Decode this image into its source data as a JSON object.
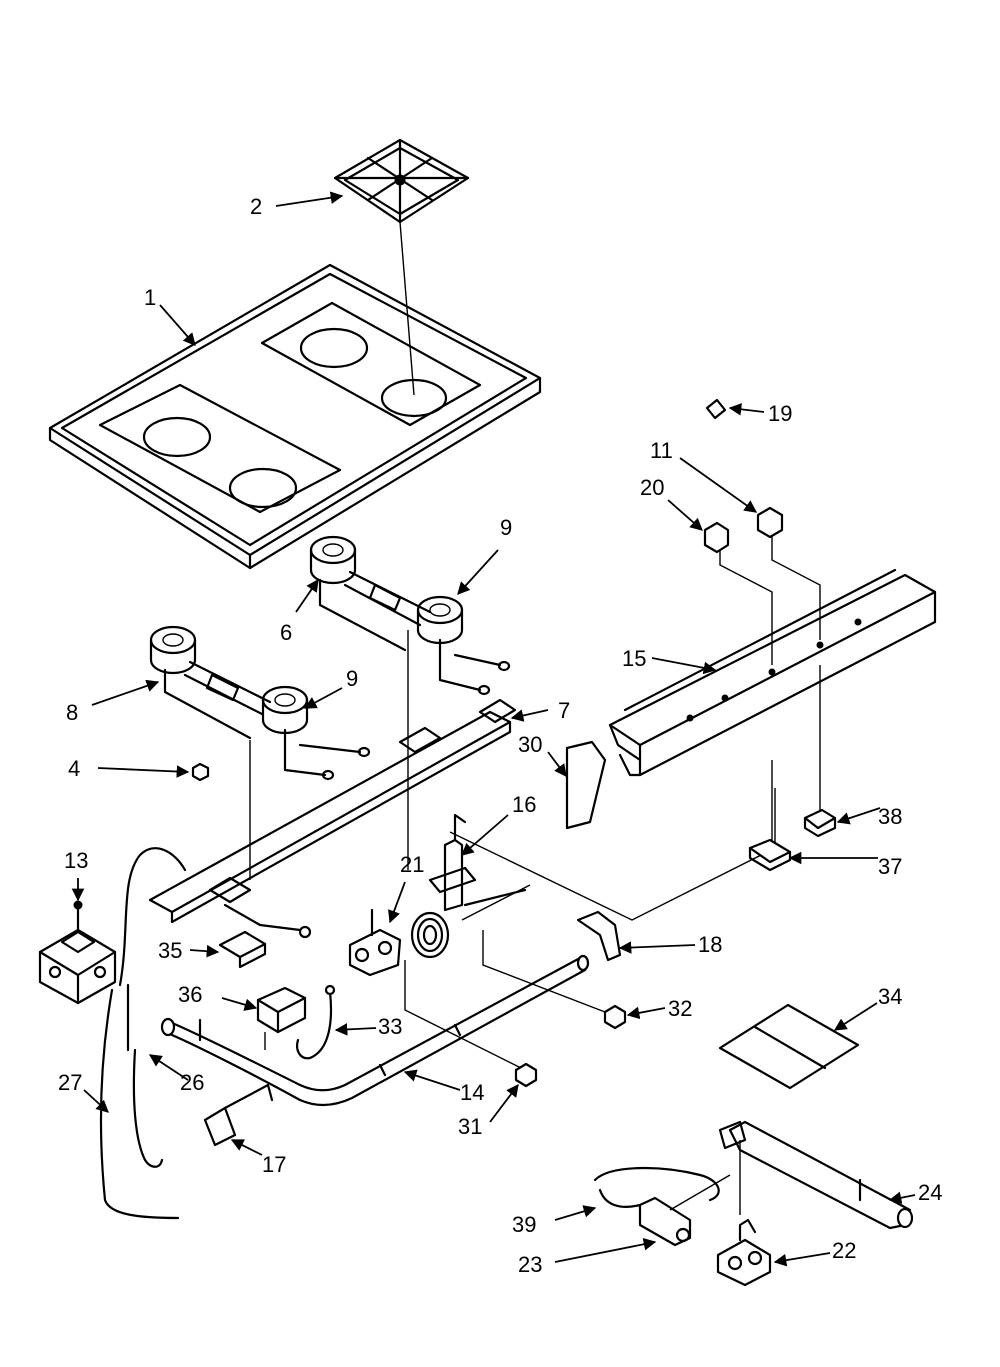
{
  "callouts": [
    {
      "id": "1",
      "label": "1"
    },
    {
      "id": "2",
      "label": "2"
    },
    {
      "id": "4",
      "label": "4"
    },
    {
      "id": "6",
      "label": "6"
    },
    {
      "id": "7",
      "label": "7"
    },
    {
      "id": "8",
      "label": "8"
    },
    {
      "id": "9a",
      "label": "9"
    },
    {
      "id": "9b",
      "label": "9"
    },
    {
      "id": "11",
      "label": "11"
    },
    {
      "id": "13",
      "label": "13"
    },
    {
      "id": "14",
      "label": "14"
    },
    {
      "id": "15",
      "label": "15"
    },
    {
      "id": "16",
      "label": "16"
    },
    {
      "id": "17",
      "label": "17"
    },
    {
      "id": "18",
      "label": "18"
    },
    {
      "id": "19",
      "label": "19"
    },
    {
      "id": "20",
      "label": "20"
    },
    {
      "id": "21",
      "label": "21"
    },
    {
      "id": "22",
      "label": "22"
    },
    {
      "id": "23",
      "label": "23"
    },
    {
      "id": "24",
      "label": "24"
    },
    {
      "id": "26",
      "label": "26"
    },
    {
      "id": "27",
      "label": "27"
    },
    {
      "id": "30",
      "label": "30"
    },
    {
      "id": "31",
      "label": "31"
    },
    {
      "id": "32",
      "label": "32"
    },
    {
      "id": "33",
      "label": "33"
    },
    {
      "id": "34",
      "label": "34"
    },
    {
      "id": "35",
      "label": "35"
    },
    {
      "id": "36",
      "label": "36"
    },
    {
      "id": "37",
      "label": "37"
    },
    {
      "id": "38",
      "label": "38"
    },
    {
      "id": "39",
      "label": "39"
    }
  ]
}
